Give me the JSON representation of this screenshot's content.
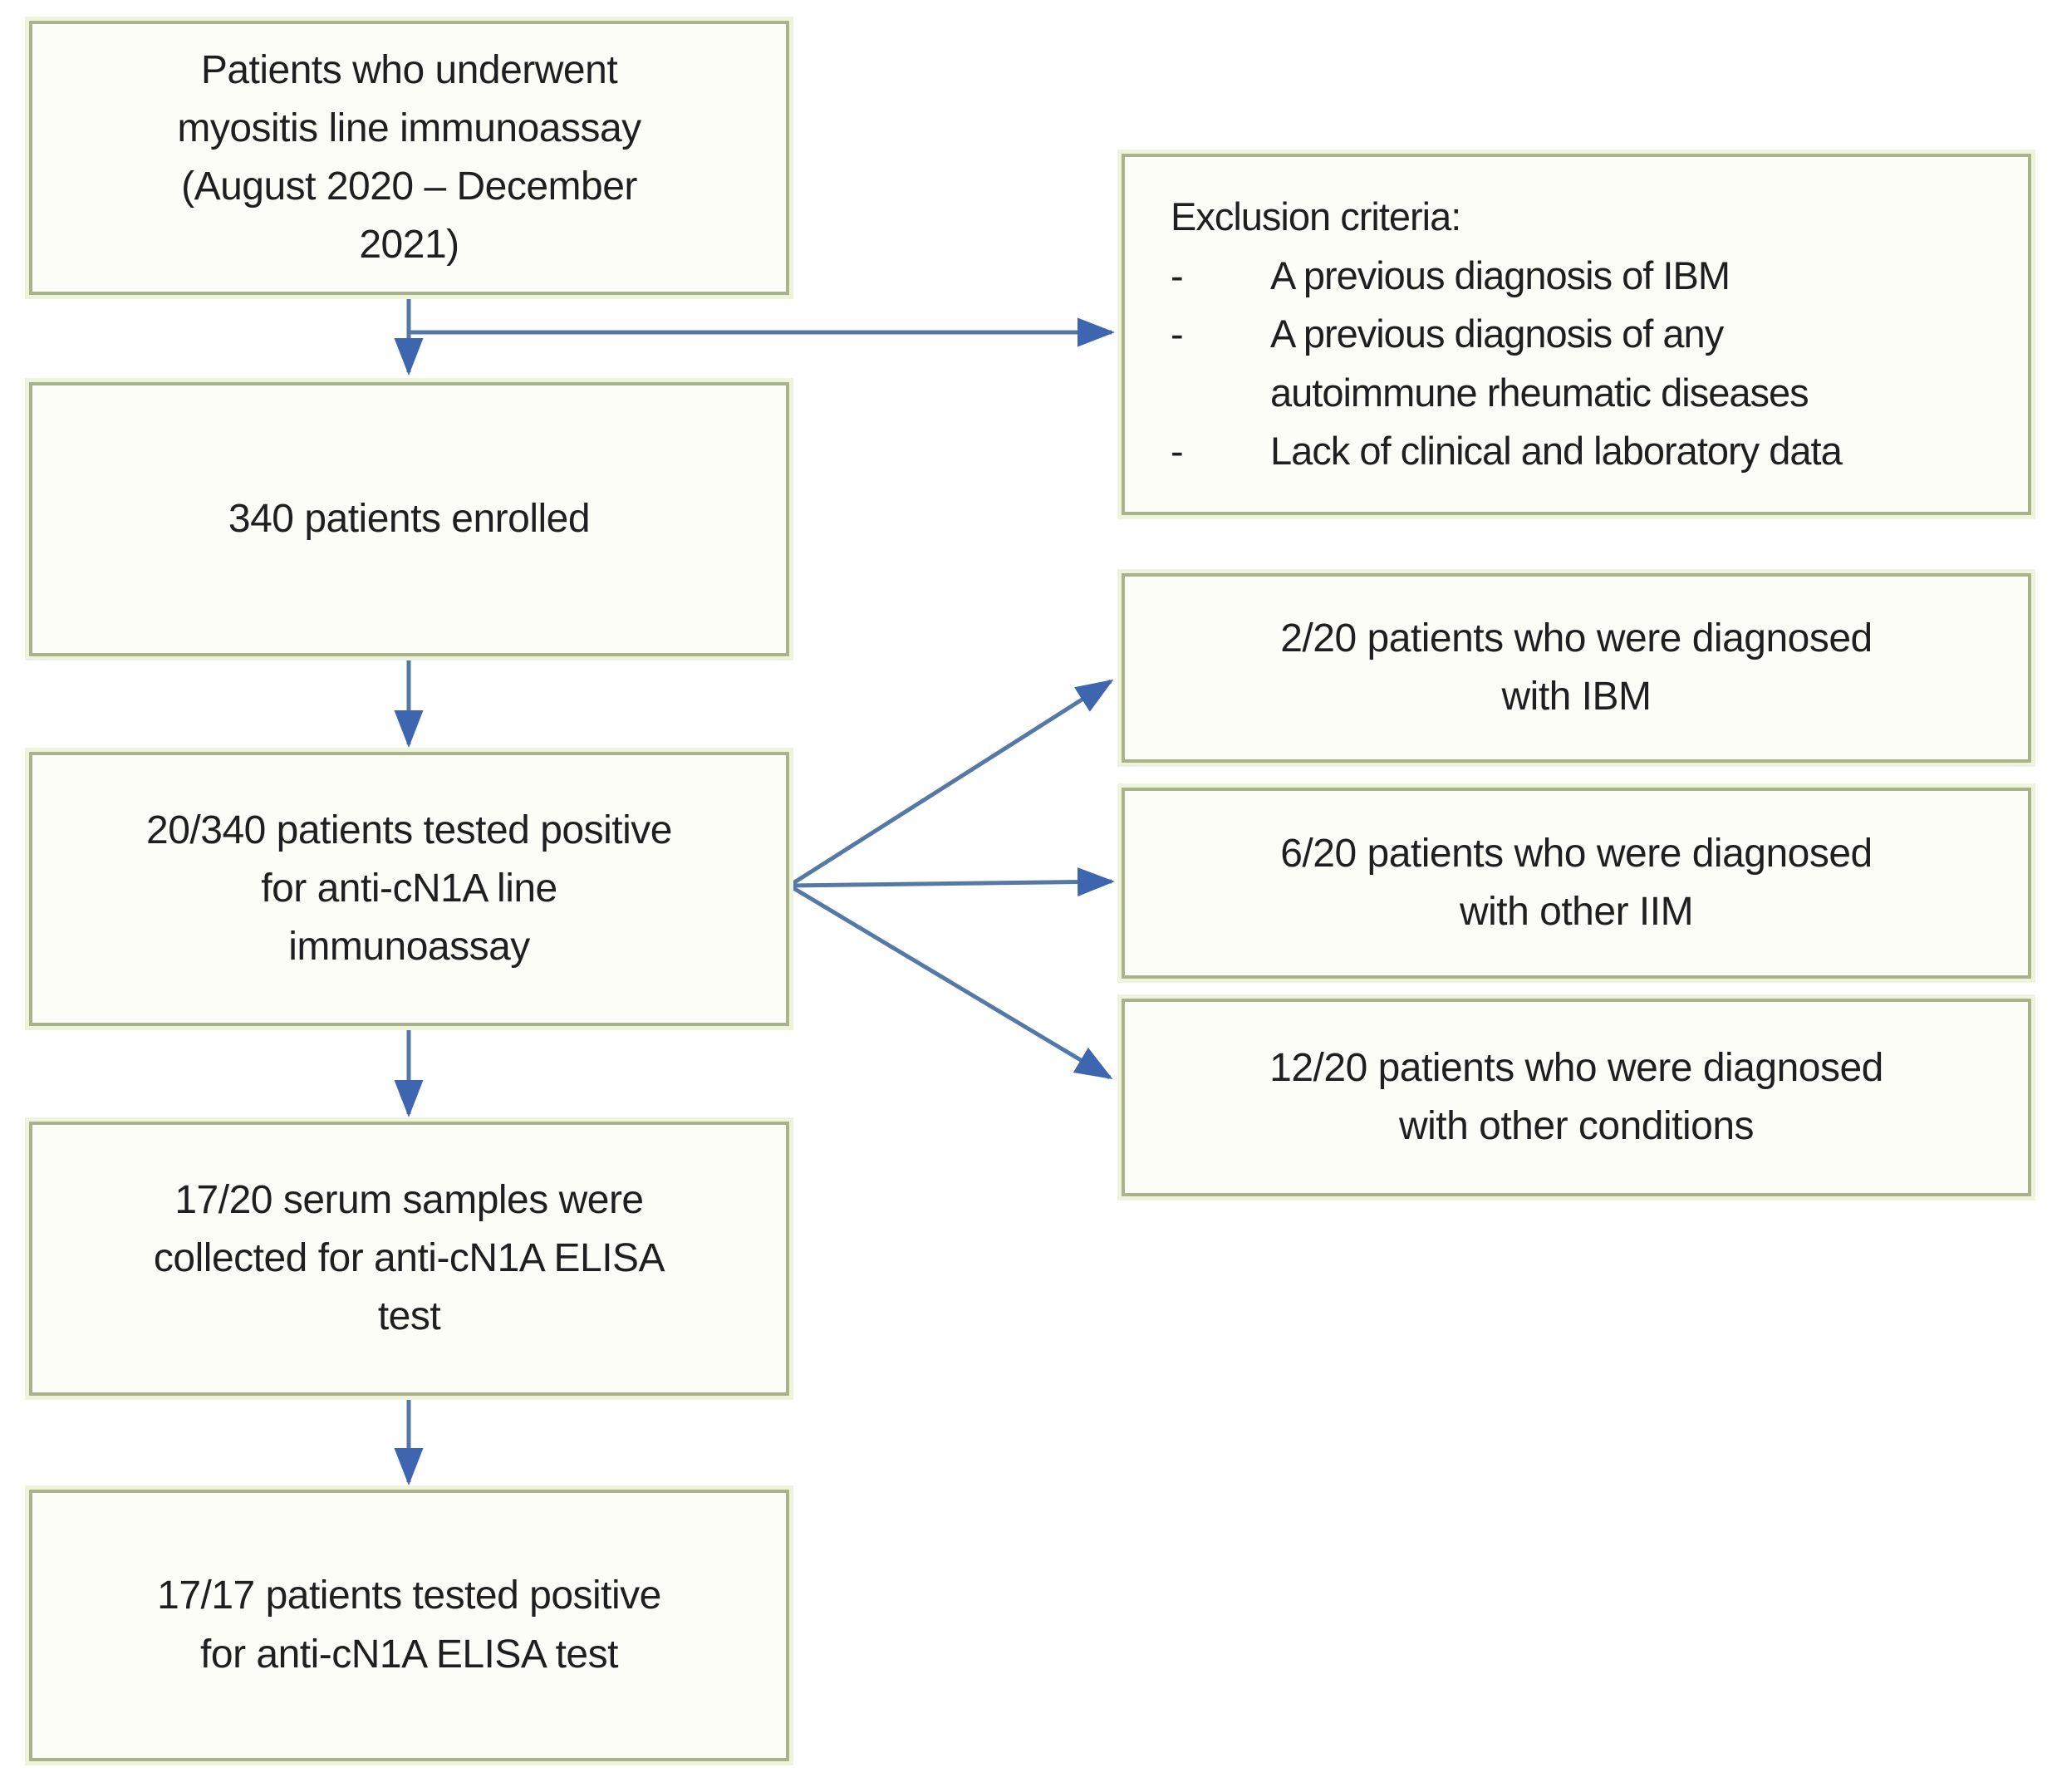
{
  "diagram": {
    "type": "flowchart",
    "background": "#ffffff"
  },
  "colors": {
    "box_fill": "#fdfdf7",
    "box_border": "#a9b28b",
    "box_halo": "#eef3dc",
    "arrow_stem": "#5578a4",
    "arrow_head": "#3d65b0",
    "text": "#1f1f1f"
  },
  "flow_boxes": [
    {
      "id": "start",
      "lines": [
        "Patients who underwent",
        "myositis line immunoassay",
        "(August 2020 – December",
        "2021)"
      ]
    },
    {
      "id": "enrolled",
      "lines": [
        "340 patients enrolled"
      ]
    },
    {
      "id": "line_positive",
      "lines": [
        "20/340 patients tested positive",
        "for anti-cN1A line",
        "immunoassay"
      ]
    },
    {
      "id": "serum",
      "lines": [
        "17/20 serum samples were",
        "collected for anti-cN1A ELISA",
        "test"
      ]
    },
    {
      "id": "elisa_positive",
      "lines": [
        "17/17 patients tested positive",
        "for anti-cN1A ELISA test"
      ]
    }
  ],
  "exclusion_box": {
    "id": "exclusion",
    "title": "Exclusion criteria:",
    "bullet": "-",
    "items": [
      {
        "lines": [
          "A previous diagnosis of IBM"
        ]
      },
      {
        "lines": [
          "A previous diagnosis of any",
          "autoimmune rheumatic diseases"
        ]
      },
      {
        "lines": [
          "Lack of clinical and laboratory data"
        ]
      }
    ]
  },
  "outcome_boxes": [
    {
      "id": "ibm",
      "lines": [
        "2/20 patients who were diagnosed",
        "with IBM"
      ]
    },
    {
      "id": "other_iim",
      "lines": [
        "6/20 patients who were diagnosed",
        "with other IIM"
      ]
    },
    {
      "id": "other_conditions",
      "lines": [
        "12/20 patients who were diagnosed",
        "with other conditions"
      ]
    }
  ],
  "edges": [
    {
      "from": "start",
      "to": "enrolled"
    },
    {
      "from": "start",
      "to": "exclusion"
    },
    {
      "from": "enrolled",
      "to": "line_positive"
    },
    {
      "from": "line_positive",
      "to": "ibm"
    },
    {
      "from": "line_positive",
      "to": "other_iim"
    },
    {
      "from": "line_positive",
      "to": "other_conditions"
    },
    {
      "from": "line_positive",
      "to": "serum"
    },
    {
      "from": "serum",
      "to": "elisa_positive"
    }
  ]
}
